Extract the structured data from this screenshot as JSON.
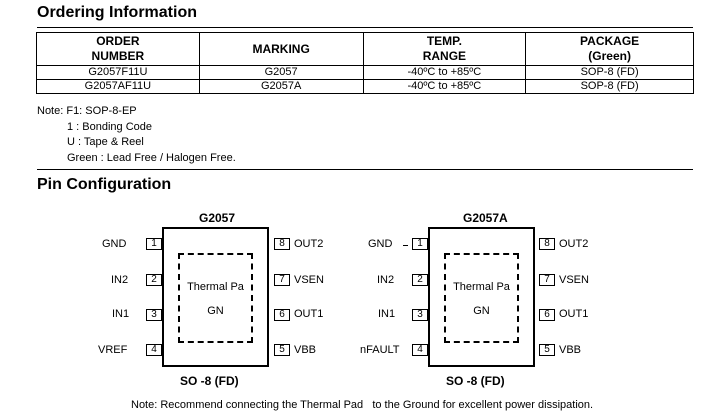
{
  "ordering": {
    "title": "Ordering Information",
    "headers": [
      "ORDER\nNUMBER",
      "MARKING",
      "TEMP.\nRANGE",
      "PACKAGE\n(Green)"
    ],
    "rows": [
      [
        "G2057F11U",
        "G2057",
        "-40ºC to +85ºC",
        "SOP-8 (FD)"
      ],
      [
        "G2057AF11U",
        "G2057A",
        "-40ºC to +85ºC",
        "SOP-8 (FD)"
      ]
    ],
    "notes": [
      "Note: F1: SOP-8-EP",
      "1 : Bonding Code",
      "U : Tape & Reel",
      "Green : Lead Free / Halogen Free."
    ]
  },
  "pin_config": {
    "title": "Pin Configuration",
    "chips": [
      {
        "name": "G2057",
        "pad_line1": "Thermal Pa",
        "pad_line2": "GN",
        "package": "SO  -8 (FD)",
        "left_pins": [
          {
            "num": "1",
            "name": "GND"
          },
          {
            "num": "2",
            "name": "IN2"
          },
          {
            "num": "3",
            "name": "IN1"
          },
          {
            "num": "4",
            "name": "VREF"
          }
        ],
        "right_pins": [
          {
            "num": "8",
            "name": "OUT2"
          },
          {
            "num": "7",
            "name": "VSEN"
          },
          {
            "num": "6",
            "name": "OUT1"
          },
          {
            "num": "5",
            "name": "VBB"
          }
        ]
      },
      {
        "name": "G2057A",
        "pad_line1": "Thermal Pa",
        "pad_line2": "GN",
        "package": "SO  -8 (FD)",
        "left_pins": [
          {
            "num": "1",
            "name": "GND"
          },
          {
            "num": "2",
            "name": "IN2"
          },
          {
            "num": "3",
            "name": "IN1"
          },
          {
            "num": "4",
            "name": "nFAULT"
          }
        ],
        "right_pins": [
          {
            "num": "8",
            "name": "OUT2"
          },
          {
            "num": "7",
            "name": "VSEN"
          },
          {
            "num": "6",
            "name": "OUT1"
          },
          {
            "num": "5",
            "name": "VBB"
          }
        ]
      }
    ],
    "footnote": "Note: Recommend connecting the Thermal Pad   to the Ground for excellent power dissipation."
  }
}
